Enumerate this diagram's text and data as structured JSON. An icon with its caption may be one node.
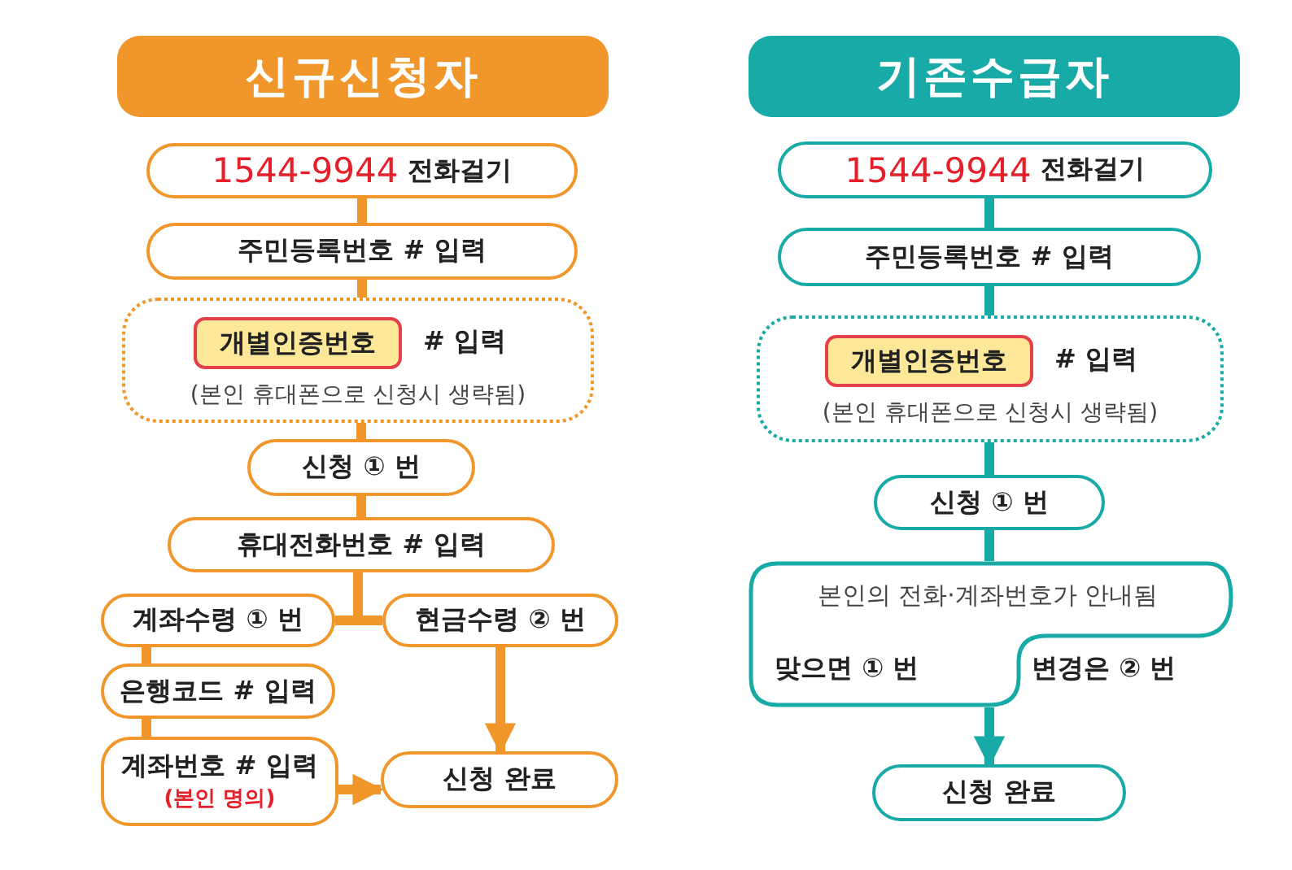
{
  "diagram": {
    "nodes": [
      {
        "text": [
          "신규신청자"
        ]
      },
      {
        "text": [
          "1544-9944",
          "전화걸기"
        ]
      },
      {
        "text": [
          "주민등록번호 # 입력"
        ]
      },
      {
        "text": [
          "# 입력",
          "(본인 휴대폰으로 신청시 생략됨)"
        ]
      },
      {
        "text": [
          "개별인증번호"
        ],
        "in": 3
      },
      {
        "text": [
          "신청 ① 번"
        ]
      },
      {
        "text": [
          "휴대전화번호 # 입력"
        ]
      },
      {
        "text": [
          "계좌수령 ① 번"
        ]
      },
      {
        "text": [
          "현금수령 ② 번"
        ]
      },
      {
        "text": [
          "은행코드 # 입력"
        ]
      },
      {
        "text": [
          "계좌번호 # 입력",
          "(본인 명의)"
        ]
      },
      {
        "text": [
          "신청 완료"
        ]
      },
      {
        "text": [
          "기존수급자"
        ]
      },
      {
        "text": [
          "1544-9944",
          "전화걸기"
        ]
      },
      {
        "text": [
          "주민등록번호 # 입력"
        ]
      },
      {
        "text": [
          "# 입력",
          "(본인 휴대폰으로 신청시 생략됨)"
        ]
      },
      {
        "text": [
          "개별인증번호"
        ],
        "in": 15
      },
      {
        "text": [
          "신청 ① 번"
        ]
      },
      {
        "text": [
          "본인의 전화·계좌번호가 안내됨",
          "맞으면 ① 번"
        ],
        "beside": [
          "변경은 ② 번"
        ]
      },
      {
        "text": [
          "신청 완료"
        ]
      }
    ],
    "edges": [
      {
        "from": 1,
        "to": 2,
        "arrow": "none"
      },
      {
        "from": 2,
        "to": 3,
        "arrow": "none"
      },
      {
        "from": 3,
        "to": 5,
        "arrow": "none"
      },
      {
        "from": 5,
        "to": 6,
        "arrow": "none"
      },
      {
        "from": 6,
        "to": 7,
        "arrow": "none"
      },
      {
        "from": 6,
        "to": 8,
        "arrow": "none"
      },
      {
        "from": 7,
        "to": 9,
        "arrow": "none"
      },
      {
        "from": 9,
        "to": 10,
        "arrow": "none"
      },
      {
        "from": 10,
        "to": 11,
        "arrow": "to"
      },
      {
        "from": 8,
        "to": 11,
        "arrow": "to"
      },
      {
        "from": 13,
        "to": 14,
        "arrow": "none",
        "color": "#17aaa7"
      },
      {
        "from": 14,
        "to": 15,
        "arrow": "none",
        "color": "#17aaa7"
      },
      {
        "from": 15,
        "to": 17,
        "arrow": "none",
        "color": "#17aaa7"
      },
      {
        "from": 17,
        "to": 18,
        "arrow": "none",
        "color": "#17aaa7"
      },
      {
        "from": 18,
        "to": 19,
        "arrow": "to",
        "color": "#17aaa7"
      }
    ]
  }
}
